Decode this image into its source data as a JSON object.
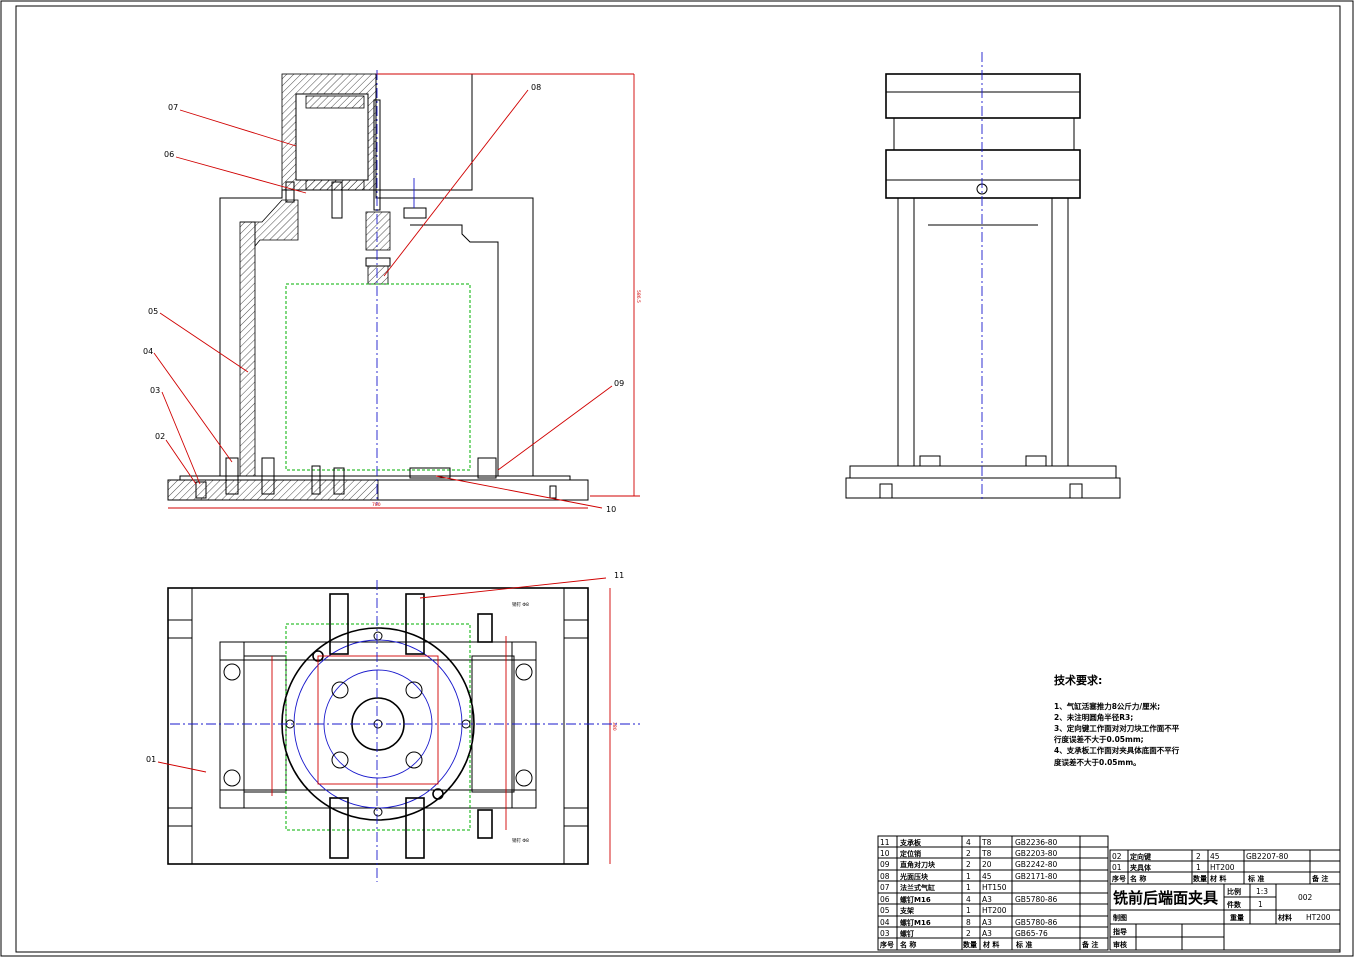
{
  "labels": [
    "07",
    "06",
    "05",
    "04",
    "03",
    "02",
    "08",
    "09",
    "10",
    "11",
    "01"
  ],
  "tiny_marks": {
    "height_dim": "586.5",
    "width_dim": "780",
    "side_dim": "380",
    "pin_note_1": "销钉 Φ8",
    "pin_note_2": "销钉 Φ8"
  },
  "tech_requirements": {
    "title": "技术要求:",
    "lines": [
      "1、气缸活塞推力8公斤力/厘米;",
      "2、未注明圆角半径R3;",
      "3、定向键工作面对对刀块工作面不平",
      "行度误差不大于0.05mm;",
      "4、支承板工作面对夹具体底面不平行",
      "度误差不大于0.05mm。"
    ]
  },
  "parts_list": [
    {
      "no": "11",
      "name": "支承板",
      "qty": "4",
      "mat": "T8",
      "std": "GB2236-80"
    },
    {
      "no": "10",
      "name": "定位销",
      "qty": "2",
      "mat": "T8",
      "std": "GB2203-80"
    },
    {
      "no": "09",
      "name": "直角对刀块",
      "qty": "2",
      "mat": "20",
      "std": "GB2242-80"
    },
    {
      "no": "08",
      "name": "光面压块",
      "qty": "1",
      "mat": "45",
      "std": "GB2171-80"
    },
    {
      "no": "07",
      "name": "法兰式气缸",
      "qty": "1",
      "mat": "HT150",
      "std": ""
    },
    {
      "no": "06",
      "name": "螺钉M16",
      "qty": "4",
      "mat": "A3",
      "std": "GB5780-86"
    },
    {
      "no": "05",
      "name": "支架",
      "qty": "1",
      "mat": "HT200",
      "std": ""
    },
    {
      "no": "04",
      "name": "螺钉M16",
      "qty": "8",
      "mat": "A3",
      "std": "GB5780-86"
    },
    {
      "no": "03",
      "name": "螺钉",
      "qty": "2",
      "mat": "A3",
      "std": "GB65-76"
    }
  ],
  "parts_header": {
    "no": "序号",
    "name": "名    称",
    "qty": "数量",
    "mat": "材 料",
    "std": "标    准",
    "remark": "备 注"
  },
  "parts_list_right": [
    {
      "no": "02",
      "name": "定向键",
      "qty": "2",
      "mat": "45",
      "std": "GB2207-80"
    },
    {
      "no": "01",
      "name": "夹具体",
      "qty": "1",
      "mat": "HT200",
      "std": ""
    }
  ],
  "title_block": {
    "title": "铣前后端面夹具",
    "scale_label": "比例",
    "scale": "1:3",
    "count_label": "件数",
    "count": "1",
    "weight_label": "重量",
    "material_label": "材料",
    "material": "HT200",
    "drawing_no": "002",
    "draw_label": "制图",
    "guide_label": "指导",
    "review_label": "审核"
  }
}
